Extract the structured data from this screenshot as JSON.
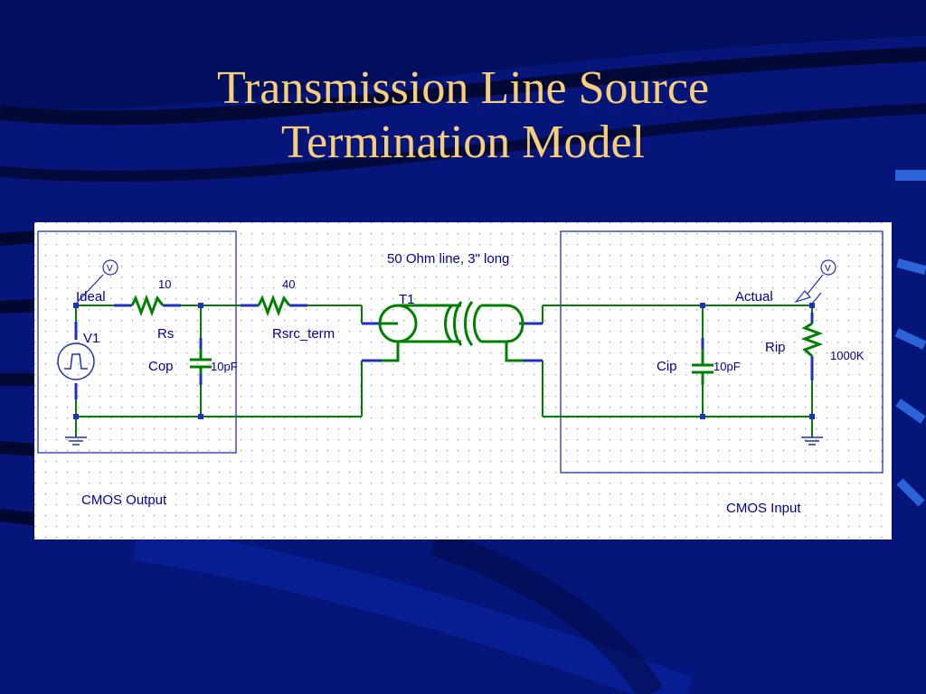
{
  "slide": {
    "title_line1": "Transmission Line Source",
    "title_line2": "Termination Model",
    "colors": {
      "background": "#05157a",
      "title": "#f7cf7b",
      "wire": "#008000",
      "label": "#000099"
    }
  },
  "schematic": {
    "line_desc": "50 Ohm line, 3\" long",
    "t1": "T1",
    "ideal": "Ideal",
    "v1": "V1",
    "rs_value": "10",
    "rs_name": "Rs",
    "rsrc_value": "40",
    "rsrc_name": "Rsrc_term",
    "cop_name": "Cop",
    "cop_value": "10pF",
    "cip_name": "Cip",
    "cip_value": "10pF",
    "actual": "Actual",
    "rip_name": "Rip",
    "rip_value": "1000K",
    "probe_letter": "V",
    "cmos_output": "CMOS Output",
    "cmos_input": "CMOS Input"
  }
}
